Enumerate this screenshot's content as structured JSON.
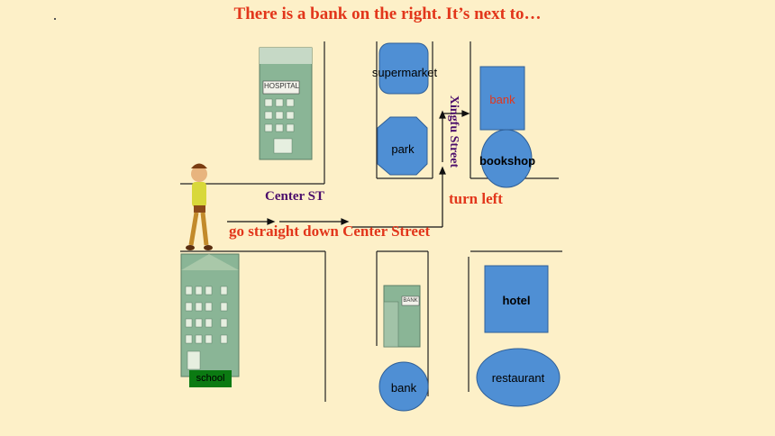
{
  "title": "There is a bank on the right. It’s next to…",
  "labels": {
    "supermarket": "supermarket",
    "park": "park",
    "bank_top": "bank",
    "bookshop": "bookshop",
    "hotel": "hotel",
    "restaurant": "restaurant",
    "bank_bottom": "bank",
    "school": "school",
    "hospital_sign": "HOSPITAL",
    "bank_sign": "BANK"
  },
  "streets": {
    "center_st": "Center ST",
    "xingfu": "Xingfu Street"
  },
  "directions": {
    "go_straight": "go straight down Center Street",
    "turn_left": "turn left"
  },
  "colors": {
    "background": "#fdf0c8",
    "shape_fill": "#4f8fd4",
    "title_red": "#e2361b",
    "street_purple": "#4b0d6b",
    "school_green": "#0b7a12"
  }
}
